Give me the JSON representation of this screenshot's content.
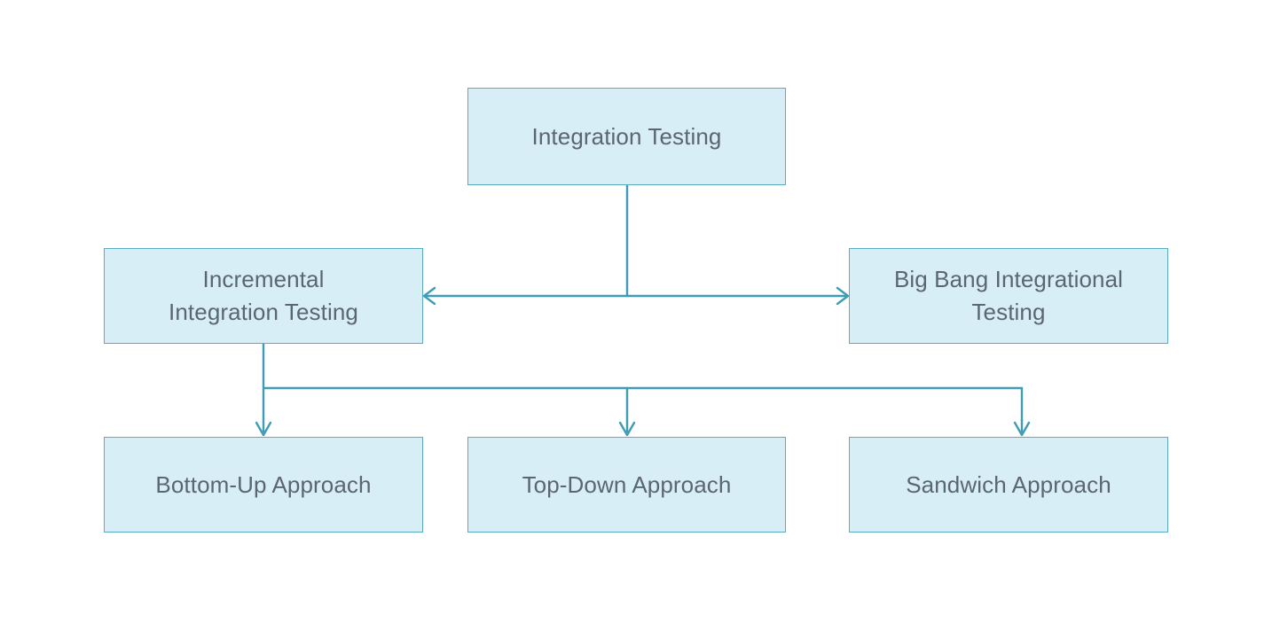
{
  "diagram": {
    "type": "hierarchy-flowchart",
    "title": "Integration Testing types hierarchy",
    "colors": {
      "node_fill": "#d8eef6",
      "node_border": "#5aadc0",
      "node_text": "#5b6670",
      "connector": "#3f9cb5",
      "background": "#ffffff"
    },
    "nodes": [
      {
        "id": "integration-testing",
        "label": "Integration Testing",
        "level": 0
      },
      {
        "id": "incremental-integration-testing",
        "label": "Incremental\nIntegration Testing",
        "level": 1
      },
      {
        "id": "big-bang-integrational-testing",
        "label": "Big Bang Integrational\nTesting",
        "level": 1
      },
      {
        "id": "bottom-up-approach",
        "label": "Bottom-Up Approach",
        "level": 2
      },
      {
        "id": "top-down-approach",
        "label": "Top-Down Approach",
        "level": 2
      },
      {
        "id": "sandwich-approach",
        "label": "Sandwich Approach",
        "level": 2
      }
    ],
    "edges": [
      {
        "from": "integration-testing",
        "to": "incremental-integration-testing",
        "arrow": "single"
      },
      {
        "from": "integration-testing",
        "to": "big-bang-integrational-testing",
        "arrow": "single"
      },
      {
        "from": "incremental-integration-testing",
        "to": "bottom-up-approach",
        "arrow": "single"
      },
      {
        "from": "incremental-integration-testing",
        "to": "top-down-approach",
        "arrow": "single"
      },
      {
        "from": "incremental-integration-testing",
        "to": "sandwich-approach",
        "arrow": "single"
      }
    ]
  }
}
